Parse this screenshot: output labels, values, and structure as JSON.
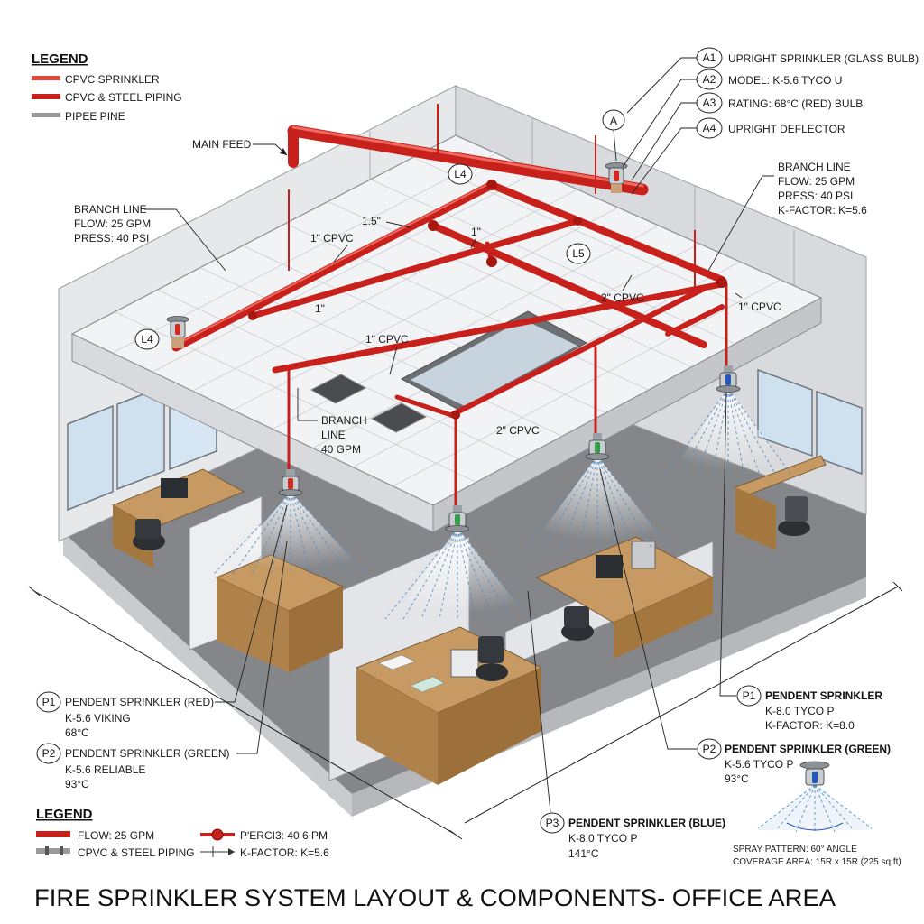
{
  "title": "FIRE SPRINKLER SYSTEM LAYOUT & COMPONENTS- OFFICE AREA",
  "legend_top": {
    "title": "LEGEND",
    "items": [
      {
        "label": "CPVC SPRINKLER",
        "color": "#e0493c"
      },
      {
        "label": "CPVC & STEEL PIPING",
        "color": "#c8211c"
      },
      {
        "label": "PIPEE PINE",
        "color": "#9a9a9a"
      }
    ]
  },
  "legend_bottom": {
    "title": "LEGEND",
    "items": [
      {
        "label": "FLOW: 25 GPM",
        "symbol": "red-pipe"
      },
      {
        "label": "CPVC & STEEL PIPING",
        "symbol": "gray-pipe"
      },
      {
        "label": "P'ERCI3: 40 6 PM",
        "symbol": "red-valve"
      },
      {
        "label": "K-FACTOR: K=5.6",
        "symbol": "arrow-line"
      }
    ]
  },
  "callouts_a": [
    {
      "tag": "A1",
      "text": "UPRIGHT SPRINKLER (GLASS BULB)"
    },
    {
      "tag": "A2",
      "text": "MODEL: K-5.6 TYCO U"
    },
    {
      "tag": "A3",
      "text": "RATING: 68°C (RED) BULB"
    },
    {
      "tag": "A4",
      "text": "UPRIGHT DEFLECTOR"
    }
  ],
  "tags": {
    "a": "A",
    "l4_top": "L4",
    "l4_left": "L4",
    "l5": "L5"
  },
  "main_feed": "MAIN FEED",
  "branch_right": [
    "BRANCH LINE",
    "FLOW: 25 GPM",
    "PRESS: 40 PSI",
    "K-FACTOR: K=5.6"
  ],
  "branch_left": [
    "BRANCH LINE",
    "FLOW: 25 GPM",
    "PRESS: 40 PSI"
  ],
  "branch_center": [
    "BRANCH",
    "LINE",
    "40 GPM"
  ],
  "pipe_labels": {
    "p15": "1.5\"",
    "p1a": "1\"",
    "p1cpvc_top": "1\" CPVC",
    "p1b": "1\"",
    "p1cpvc_mid": "1\" CPVC",
    "p2cpvc_right": "2\" CPVC",
    "p1cpvc_right": "1\" CPVC",
    "p2cpvc_bottom": "2\" CPVC"
  },
  "left_callouts": [
    {
      "tag": "P1",
      "lines": [
        "PENDENT SPRINKLER (RED)",
        "K-5.6 VIKING",
        "68°C"
      ]
    },
    {
      "tag": "P2",
      "lines": [
        "PENDENT SPRINKLER (GREEN)",
        "K-5.6 RELIABLE",
        "93°C"
      ]
    }
  ],
  "right_callouts": [
    {
      "tag": "P1",
      "lines": [
        "PENDENT SPRINKLER",
        "K-8.0 TYCO P",
        "K-FACTOR: K=8.0"
      ]
    },
    {
      "tag": "P2",
      "lines": [
        "PENDENT SPRINKLER (GREEN)",
        "K-5.6 TYCO P",
        "93°C"
      ]
    }
  ],
  "bottom_callout": {
    "tag": "P3",
    "lines": [
      "PENDENT SPRINKLER (BLUE)",
      "K-8.0 TYCO P",
      "141°C"
    ]
  },
  "spray_note": [
    "SPRAY PATTERN: 60° ANGLE",
    "COVERAGE AREA: 15R x 15R (225 sq ft)"
  ],
  "colors": {
    "pipe": "#c8211c",
    "bulb_red": "#d42a1e",
    "bulb_green": "#2f9e44",
    "bulb_blue": "#2856b8",
    "wood": "#b98a55",
    "floor": "#7d7f83"
  }
}
